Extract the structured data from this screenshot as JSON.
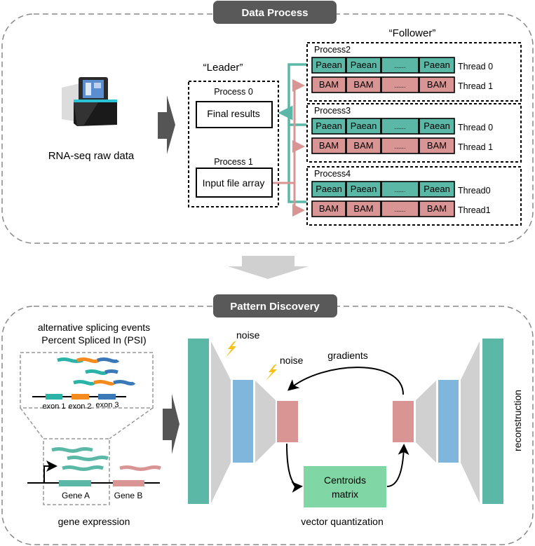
{
  "colors": {
    "teal": "#5bb8a6",
    "salmon": "#d99594",
    "blue": "#80b5dc",
    "gray_funnel": "#d0d0d0",
    "green_box": "#80d6a4",
    "header_bg": "#595959",
    "arrow_gray": "#555555",
    "orange": "#f58a1f",
    "dark_blue": "#3a78b8",
    "bolt": "#f6c21a"
  },
  "data_process": {
    "header": "Data Process",
    "raw_data_label": "RNA-seq raw data",
    "leader_label": "“Leader”",
    "follower_label": "“Follower”",
    "process0": {
      "title": "Process 0",
      "box": "Final results"
    },
    "process1": {
      "title": "Process 1",
      "box": "Input file array"
    },
    "followers": [
      {
        "title": "Process2",
        "threads": [
          {
            "label": "Thread 0",
            "cells": [
              "Paean",
              "Paean",
              "......",
              "Paean"
            ]
          },
          {
            "label": "Thread 1",
            "cells": [
              "BAM",
              "BAM",
              "......",
              "BAM"
            ]
          }
        ]
      },
      {
        "title": "Process3",
        "threads": [
          {
            "label": "Thread 0",
            "cells": [
              "Paean",
              "Paean",
              "......",
              "Paean"
            ]
          },
          {
            "label": "Thread 1",
            "cells": [
              "BAM",
              "BAM",
              "......",
              "BAM"
            ]
          }
        ]
      },
      {
        "title": "Process4",
        "threads": [
          {
            "label": "Thread0",
            "cells": [
              "Paean",
              "Paean",
              "......",
              "Paean"
            ]
          },
          {
            "label": "Thread1",
            "cells": [
              "BAM",
              "BAM",
              "......",
              "BAM"
            ]
          }
        ]
      }
    ]
  },
  "pattern_discovery": {
    "header": "Pattern Discovery",
    "as_title_line1": "alternative  splicing events",
    "as_title_line2": "Percent Spliced In (PSI)",
    "exons": [
      "exon 1",
      "exon 2",
      "exon 3"
    ],
    "genes": [
      "Gene A",
      "Gene B"
    ],
    "gene_expression_label": "gene expression",
    "noise1": "noise",
    "noise2": "noise",
    "gradients": "gradients",
    "centroids_line1": "Centroids",
    "centroids_line2": "matrix",
    "vq_label": "vector quantization",
    "reconstruction": "reconstruction"
  }
}
